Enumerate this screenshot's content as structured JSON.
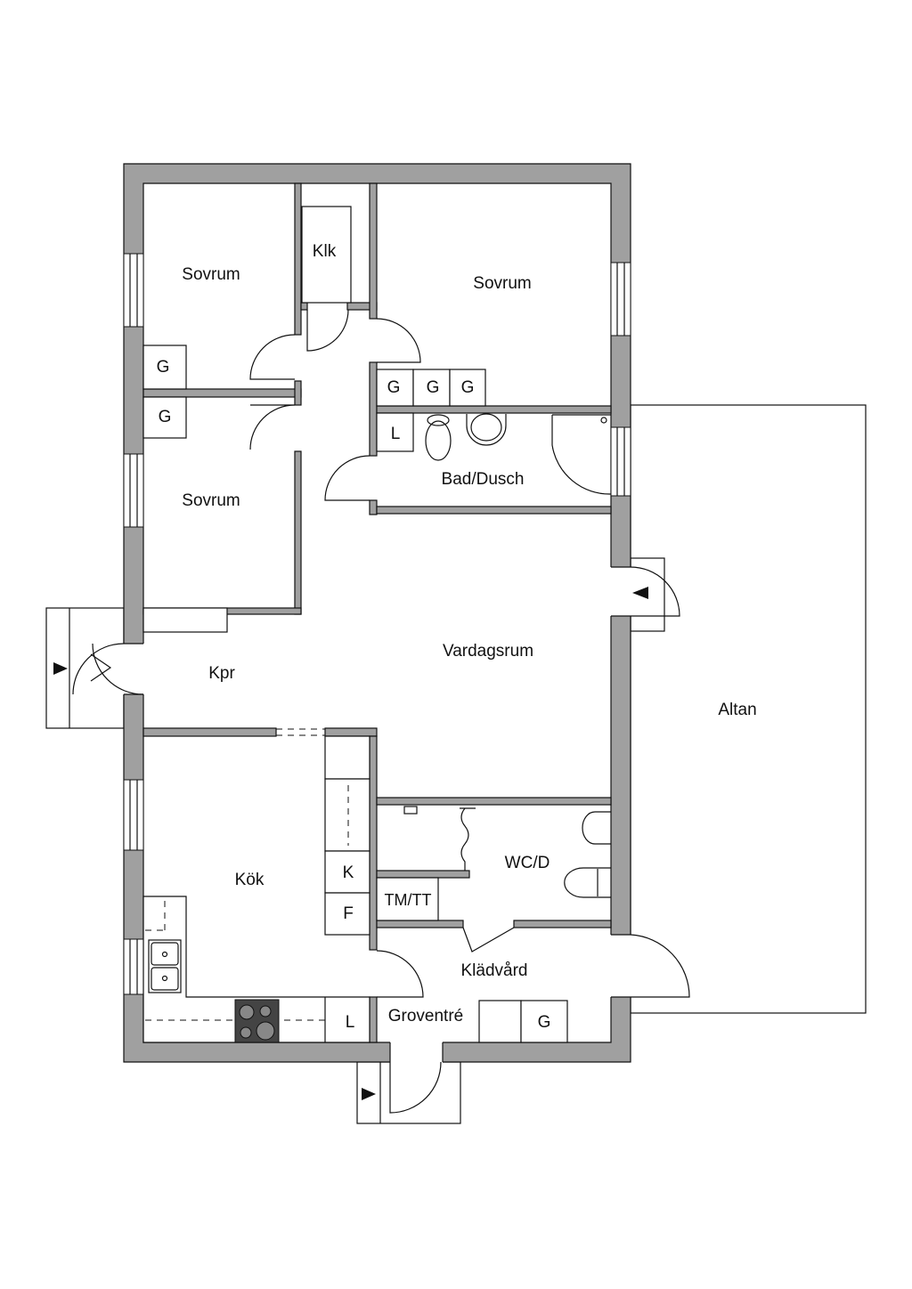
{
  "plan": {
    "rooms": {
      "sovrum_nw": "Sovrum",
      "klk": "Klk",
      "sovrum_ne": "Sovrum",
      "sovrum_w": "Sovrum",
      "bad": "Bad/Dusch",
      "vardagsrum": "Vardagsrum",
      "kpr": "Kpr",
      "altan": "Altan",
      "kok": "Kök",
      "wc": "WC/D",
      "tmtt": "TM/TT",
      "kladvard": "Klädvård",
      "groventre": "Groventré"
    },
    "fixtures": {
      "g1": "G",
      "g2": "G",
      "g3": "G",
      "g4": "G",
      "g5": "G",
      "g6": "G",
      "l_bad": "L",
      "k": "K",
      "f": "F",
      "l_kok": "L"
    },
    "colors": {
      "wall": "#a0a0a0",
      "line": "#111111"
    }
  }
}
